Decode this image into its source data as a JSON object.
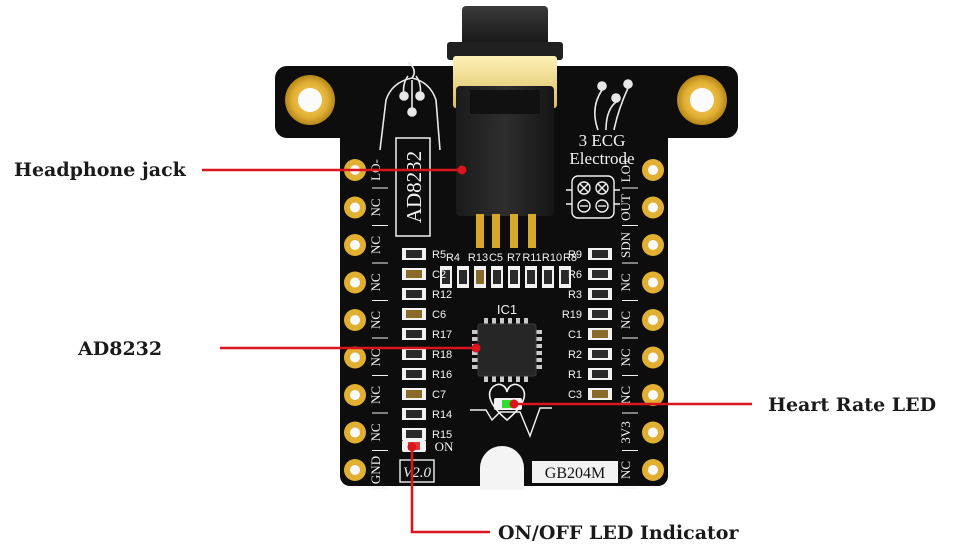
{
  "callouts": {
    "headphone_jack": "Headphone jack",
    "ad8232": "AD8232",
    "heart_rate_led": "Heart Rate LED",
    "on_off_led": "ON/OFF LED Indicator"
  },
  "board": {
    "chip_label": "AD8232",
    "ecg_line1": "3 ECG",
    "ecg_line2": "Electrode",
    "ic_label": "IC1",
    "version": "V2.0",
    "model": "GB204M",
    "on_label": "ON",
    "left_pins": [
      "GND",
      "NC",
      "NC",
      "NC",
      "NC",
      "NC",
      "NC",
      "NC",
      "LO-"
    ],
    "right_pins": [
      "NC",
      "3V3",
      "NC",
      "NC",
      "NC",
      "NC",
      "SDN",
      "OUT",
      "LO+"
    ],
    "top_resistors": [
      "R4",
      "R13",
      "C5",
      "R7",
      "R11",
      "R10",
      "R8"
    ],
    "left_components": [
      "R5",
      "C2",
      "R12",
      "C6",
      "R17",
      "R18",
      "R16",
      "C7",
      "R14",
      "R15"
    ],
    "right_components": [
      "R9",
      "R6",
      "R3",
      "R19",
      "C1",
      "R2",
      "R1",
      "C3"
    ]
  },
  "colors": {
    "pcb": "#0d0d0d",
    "gold": "#e1b033",
    "leader": "#d9161d",
    "heart_led": "#2ee02e",
    "power_led": "#e23a3a"
  }
}
